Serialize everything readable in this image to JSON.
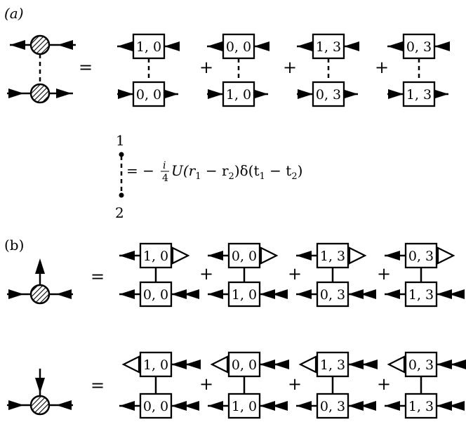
{
  "labels": {
    "part_a": "(a)",
    "part_b": "(b)",
    "vertex_1": "1",
    "vertex_2": "2"
  },
  "equals_sign": "=",
  "plus_sign": "+",
  "interaction_formula": {
    "prefix": "= −",
    "frac_num": "i",
    "frac_den": "4",
    "body": "U(r",
    "sub1": "1",
    "minus1": " − r",
    "sub2": "2",
    "mid": ")δ(t",
    "sub3": "1",
    "minus2": " − t",
    "sub4": "2",
    "end": ")"
  },
  "section_a_terms": [
    {
      "top": "1, 0",
      "bottom": "0, 0"
    },
    {
      "top": "0, 0",
      "bottom": "1, 0"
    },
    {
      "top": "1, 3",
      "bottom": "0, 3"
    },
    {
      "top": "0, 3",
      "bottom": "1, 3"
    }
  ],
  "section_b_up_terms": [
    {
      "top": "1, 0",
      "bottom": "0, 0"
    },
    {
      "top": "0, 0",
      "bottom": "1, 0"
    },
    {
      "top": "1, 3",
      "bottom": "0, 3"
    },
    {
      "top": "0, 3",
      "bottom": "1, 3"
    }
  ],
  "section_b_down_terms": [
    {
      "top": "1, 0",
      "bottom": "0, 0"
    },
    {
      "top": "0, 0",
      "bottom": "1, 0"
    },
    {
      "top": "1, 3",
      "bottom": "0, 3"
    },
    {
      "top": "0, 3",
      "bottom": "1, 3"
    }
  ]
}
